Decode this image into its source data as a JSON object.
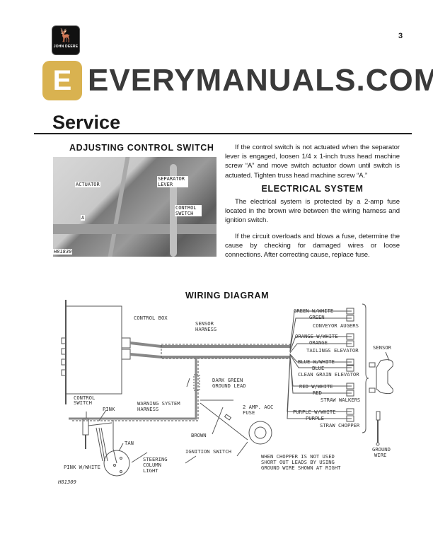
{
  "header": {
    "logo_text": "JOHN DEERE",
    "page_number": "3"
  },
  "title": "Service",
  "adjusting": {
    "heading": "ADJUSTING CONTROL SWITCH",
    "photo_labels": {
      "actuator": "ACTUATOR",
      "a": "A",
      "separator_lever": "SEPARATOR LEVER",
      "control_switch": "CONTROL SWITCH",
      "code": "H81830"
    },
    "paragraph": "If the control switch is not actuated when the separator lever is engaged, loosen 1/4 x 1-inch truss head machine screw “A” and move switch actuator down until switch is actuated. Tighten truss head machine screw “A.”"
  },
  "electrical": {
    "heading": "ELECTRICAL SYSTEM",
    "paragraph1": "The electrical system is protected by a 2-amp fuse located in the brown wire between the wiring harness and ignition switch.",
    "paragraph2": "If the circuit overloads and blows a fuse, determine the cause by checking for damaged wires or loose connections. After correcting cause, replace fuse."
  },
  "wiring": {
    "heading": "WIRING DIAGRAM",
    "labels": {
      "control_box": "CONTROL BOX",
      "sensor_harness_1": "SENSOR",
      "sensor_harness_2": "HARNESS",
      "green_white": "GREEN W/WHITE",
      "green": "GREEN",
      "conveyor_augers": "CONVEYOR AUGERS",
      "orange_white": "ORANGE W/WHITE",
      "orange": "ORANGE",
      "tailings_elevator": "TAILINGS ELEVATOR",
      "blue_white": "BLUE W/WHITE",
      "blue": "BLUE",
      "clean_grain_elevator": "CLEAN GRAIN ELEVATOR",
      "red_white": "RED W/WHITE",
      "red": "RED",
      "straw_walkers": "STRAW WALKERS",
      "purple_white": "PURPLE W/WHITE",
      "purple": "PURPLE",
      "straw_chopper": "STRAW CHOPPER",
      "sensor": "SENSOR",
      "ground_wire_1": "GROUND",
      "ground_wire_2": "WIRE",
      "dark_green_1": "DARK GREEN",
      "dark_green_2": "GROUND LEAD",
      "fuse_1": "2 AMP. AGC",
      "fuse_2": "FUSE",
      "brown": "BROWN",
      "ignition_switch": "IGNITION SWITCH",
      "control_switch_1": "CONTROL",
      "control_switch_2": "SWITCH",
      "pink": "PINK",
      "warning_1": "WARNING SYSTEM",
      "warning_2": "HARNESS",
      "tan": "TAN",
      "steering_1": "STEERING",
      "steering_2": "COLUMN",
      "steering_3": "LIGHT",
      "pink_white": "PINK W/WHITE",
      "note_1": "WHEN CHOPPER IS NOT USED",
      "note_2": "SHORT OUT LEADS BY USING",
      "note_3": "GROUND WIRE SHOWN AT RIGHT",
      "code": "H81309"
    }
  },
  "watermark": {
    "text": "EVERYMANUALS.COM",
    "logo_letter": "E",
    "logo_color": "#d9b250"
  }
}
